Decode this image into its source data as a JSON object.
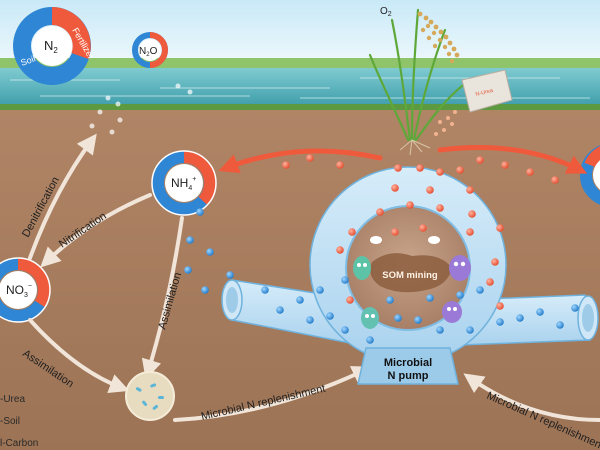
{
  "top": {
    "o2_label": "O",
    "o2_sub": "2",
    "n2_label": "N",
    "n2_sub": "2",
    "n2o_label": "N",
    "n2o_sub": "2",
    "n2o_tail": "O",
    "ring_fertilizer": "Fertilizer",
    "ring_soil": "Soil",
    "bag_label": "N-Urea"
  },
  "pools": {
    "nh4_label": "NH",
    "nh4_sub": "4",
    "nh4_sup": "+",
    "no3_label": "NO",
    "no3_sub": "3",
    "no3_sup": "−"
  },
  "processes": {
    "denitrification": "Denitrification",
    "nitrification": "Nitrification",
    "assimilation_center": "Assimilation",
    "assimilation_left": "Assimilation",
    "replenishment_center": "Microbial N replenishment",
    "replenishment_right": "Microbial N replenishment"
  },
  "pump": {
    "som_mining": "SOM mining",
    "pump_line1": "Microbial",
    "pump_line2": "N pump"
  },
  "legend": {
    "item1": "-Urea",
    "item2": "-Soil",
    "item3": "l-Carbon"
  },
  "colors": {
    "fertilizer": "#ef5a3c",
    "soil": "#2e86d4",
    "sky": "#dff2fb",
    "water": "#58b9c2",
    "ground": "#a67d5e",
    "pipe": "#b9ddf3"
  }
}
